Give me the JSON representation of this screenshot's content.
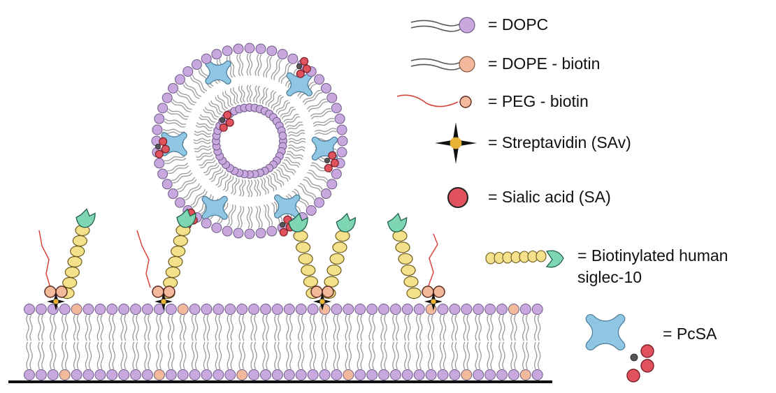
{
  "legend": [
    {
      "key": "dopc",
      "label": "= DOPC",
      "icon": "dopc-lipid-icon"
    },
    {
      "key": "dope_biotin",
      "label": "= DOPE - biotin",
      "icon": "dope-biotin-lipid-icon"
    },
    {
      "key": "peg_biotin",
      "label": "= PEG - biotin",
      "icon": "peg-biotin-icon"
    },
    {
      "key": "streptavidin",
      "label": "= Streptavidin (SAv)",
      "icon": "streptavidin-icon"
    },
    {
      "key": "sialic_acid",
      "label": "= Sialic acid (SA)",
      "icon": "sialic-acid-icon"
    },
    {
      "key": "siglec",
      "label_line1": "= Biotinylated human",
      "label_line2": "siglec-10",
      "icon": "siglec-10-icon"
    },
    {
      "key": "pcsa",
      "label": "= PcSA",
      "icon": "pcsa-icon"
    }
  ],
  "colors": {
    "dopc": "#c9a8df",
    "dope_biotin": "#f3b99b",
    "peg": "#d9453a",
    "streptavidin": "#e8b438",
    "sialic_acid": "#e0525e",
    "siglec_bead": "#f5e08c",
    "siglec_head": "#7fd6b4",
    "pcsa": "#8ec6e4",
    "tail": "#9a9a9a",
    "outline": "#333333",
    "surface": "#111111"
  }
}
